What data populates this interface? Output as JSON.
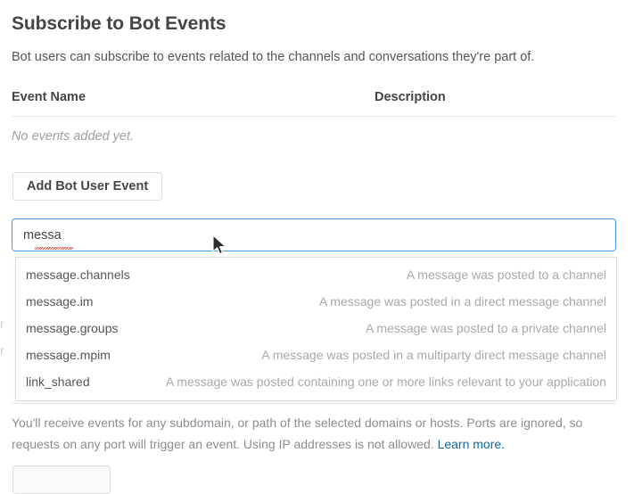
{
  "page": {
    "title": "Subscribe to Bot Events",
    "subtitle": "Bot users can subscribe to events related to the channels and conversations they're part of."
  },
  "events_table": {
    "columns": {
      "event_name": "Event Name",
      "description": "Description"
    },
    "empty_message": "No events added yet.",
    "rows": []
  },
  "add_event_button": {
    "label": "Add Bot User Event"
  },
  "event_search": {
    "value": "messa",
    "placeholder": "",
    "spellcheck_error": true,
    "focused": true
  },
  "event_dropdown": {
    "visible": true,
    "items": [
      {
        "name": "message.channels",
        "description": "A message was posted to a channel"
      },
      {
        "name": "message.im",
        "description": "A message was posted in a direct message channel"
      },
      {
        "name": "message.groups",
        "description": "A message was posted to a private channel"
      },
      {
        "name": "message.mpim",
        "description": "A message was posted in a multiparty direct message channel"
      },
      {
        "name": "link_shared",
        "description": "A message was posted containing one or more links relevant to your application"
      }
    ]
  },
  "occluded_background": {
    "fragment_1": "r",
    "fragment_2": "r"
  },
  "footer": {
    "note_text": "You'll receive events for any subdomain, or path of the selected domains or hosts. Ports are ignored, so requests on any port will trigger an event. Using IP addresses is not allowed. ",
    "link_label": "Learn more.",
    "button_label": ""
  },
  "colors": {
    "focus_border": "#4a9ae0",
    "link": "#1264a3",
    "text_primary": "#454545",
    "text_muted": "#8c8c93",
    "spellcheck": "#e33b2e"
  }
}
